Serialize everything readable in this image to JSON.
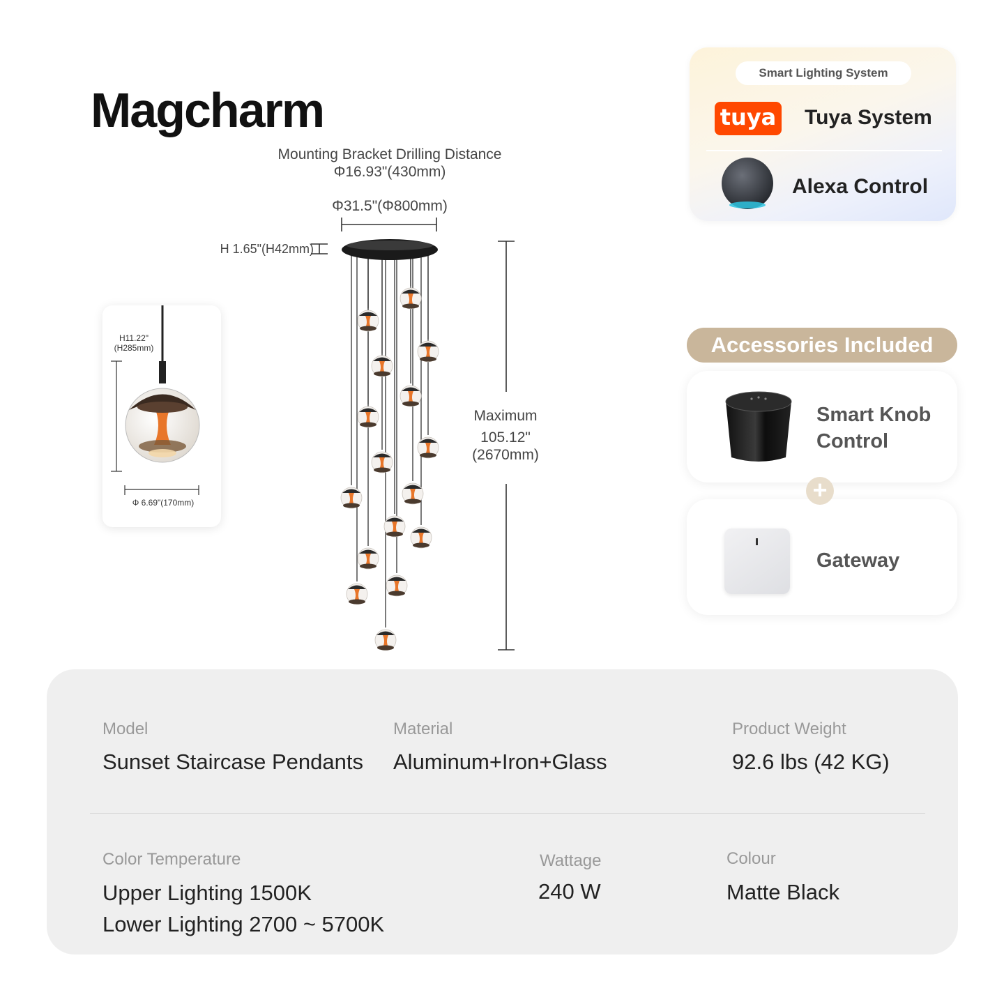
{
  "brand": "Magcharm",
  "dimensions": {
    "bracket_title": "Mounting Bracket Drilling Distance",
    "bracket_value": "Φ16.93\"(430mm)",
    "canopy_diameter": "Φ31.5\"(Φ800mm)",
    "canopy_height": "H 1.65\"(H42mm)",
    "max_height_label": "Maximum",
    "max_height_in": "105.12\"",
    "max_height_mm": "(2670mm)"
  },
  "single_pendant": {
    "height_in": "H11.22\"",
    "height_mm": "(H285mm)",
    "diameter": "Φ 6.69\"(170mm)"
  },
  "smart_system": {
    "badge": "Smart Lighting System",
    "tuya_logo": "tuya",
    "tuya_label": "Tuya System",
    "alexa_label": "Alexa Control"
  },
  "accessories": {
    "title": "Accessories Included",
    "knob_line1": "Smart Knob",
    "knob_line2": "Control",
    "plus": "+",
    "gateway": "Gateway"
  },
  "specs": {
    "model_label": "Model",
    "model_value": "Sunset Staircase Pendants",
    "material_label": "Material",
    "material_value": "Aluminum+Iron+Glass",
    "weight_label": "Product Weight",
    "weight_value": "92.6 lbs (42 KG)",
    "color_temp_label": "Color Temperature",
    "color_temp_upper": "Upper Lighting 1500K",
    "color_temp_lower": "Lower Lighting 2700 ~ 5700K",
    "wattage_label": "Wattage",
    "wattage_value": "240 W",
    "colour_label": "Colour",
    "colour_value": "Matte Black"
  },
  "colors": {
    "accent_orange": "#e8762a",
    "tuya_orange": "#ff4800",
    "accessory_tan": "#c9b69b",
    "canopy_black": "#1a1a1a"
  },
  "icons": [
    "tuya-logo-icon",
    "echo-dot-icon",
    "smart-knob-icon",
    "gateway-icon",
    "plus-icon"
  ]
}
